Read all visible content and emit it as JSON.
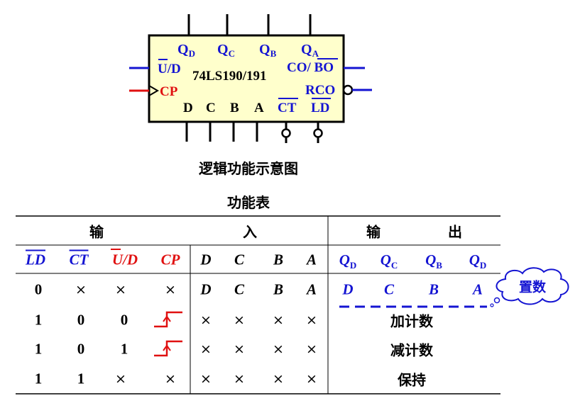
{
  "chip": {
    "name": "74LS190/191",
    "outputs": [
      "Q",
      "Q",
      "Q",
      "Q"
    ],
    "output_subs": [
      "D",
      "C",
      "B",
      "A"
    ],
    "left_pins": {
      "ud": "U",
      "ud_suffix": "/D",
      "cp": "CP"
    },
    "right_pins": {
      "co_bo": "CO/ BO",
      "rco": "RCO"
    },
    "bottom_pins": [
      "D",
      "C",
      "B",
      "A",
      "CT",
      "LD"
    ],
    "colors": {
      "body": "#ffffcc",
      "blue": "#1414d2",
      "red": "#e01010"
    }
  },
  "diagram_caption": "逻辑功能示意图",
  "table_title": "功能表",
  "table": {
    "group_headers": {
      "input_left": "输",
      "input_right": "入",
      "output_left": "输",
      "output_right": "出"
    },
    "columns": [
      {
        "text": "LD",
        "overline": true,
        "color": "blue"
      },
      {
        "text": "CT",
        "overline": true,
        "color": "blue"
      },
      {
        "text": "U/D",
        "overline": true,
        "overline_part": "U",
        "color": "red"
      },
      {
        "text": "CP",
        "color": "red"
      },
      {
        "text": "D"
      },
      {
        "text": "C"
      },
      {
        "text": "B"
      },
      {
        "text": "A"
      },
      {
        "text": "Q",
        "sub": "D",
        "color": "blue"
      },
      {
        "text": "Q",
        "sub": "C",
        "color": "blue"
      },
      {
        "text": "Q",
        "sub": "B",
        "color": "blue"
      },
      {
        "text": "Q",
        "sub": "D",
        "color": "blue"
      }
    ],
    "rows": [
      {
        "ld": "0",
        "ct": "×",
        "ud": "×",
        "cp": "×",
        "d": "D",
        "c": "C",
        "b": "B",
        "a": "A",
        "outputs": [
          "D",
          "C",
          "B",
          "A"
        ]
      },
      {
        "ld": "1",
        "ct": "0",
        "ud": "0",
        "cp": "pulse",
        "d": "×",
        "c": "×",
        "b": "×",
        "a": "×",
        "output_text": "加计数"
      },
      {
        "ld": "1",
        "ct": "0",
        "ud": "1",
        "cp": "pulse",
        "d": "×",
        "c": "×",
        "b": "×",
        "a": "×",
        "output_text": "减计数"
      },
      {
        "ld": "1",
        "ct": "1",
        "ud": "×",
        "cp": "×",
        "d": "×",
        "c": "×",
        "b": "×",
        "a": "×",
        "output_text": "保持"
      }
    ]
  },
  "callout": {
    "label": "置数",
    "icon": "cloud-callout-icon",
    "color": "#1414d2"
  }
}
